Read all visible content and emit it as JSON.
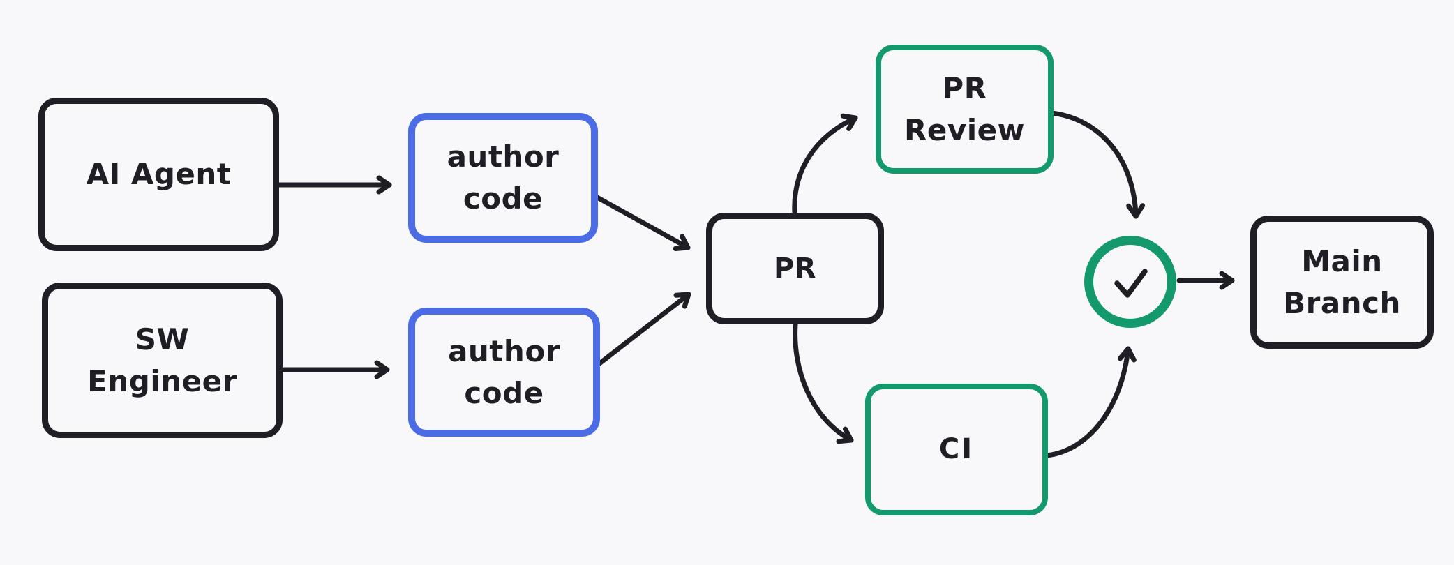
{
  "diagram": {
    "background": "#f8f8fb",
    "colors": {
      "stroke_black": "#1e1e24",
      "stroke_blue": "#4c6ce6",
      "stroke_green": "#13996c"
    },
    "nodes": {
      "ai_agent": {
        "label": "AI Agent"
      },
      "sw_engineer": {
        "label": "SW\nEngineer"
      },
      "author_code_1": {
        "label": "author\ncode"
      },
      "author_code_2": {
        "label": "author\ncode"
      },
      "pr": {
        "label": "PR"
      },
      "pr_review": {
        "label": "PR\nReview"
      },
      "ci": {
        "label": "CI"
      },
      "approved_check": {
        "icon": "check-icon"
      },
      "main_branch": {
        "label": "Main\nBranch"
      }
    },
    "edges": [
      {
        "from": "ai_agent",
        "to": "author_code_1"
      },
      {
        "from": "sw_engineer",
        "to": "author_code_2"
      },
      {
        "from": "author_code_1",
        "to": "pr"
      },
      {
        "from": "author_code_2",
        "to": "pr"
      },
      {
        "from": "pr",
        "to": "pr_review"
      },
      {
        "from": "pr",
        "to": "ci"
      },
      {
        "from": "pr_review",
        "to": "approved_check"
      },
      {
        "from": "ci",
        "to": "approved_check"
      },
      {
        "from": "approved_check",
        "to": "main_branch"
      }
    ]
  }
}
